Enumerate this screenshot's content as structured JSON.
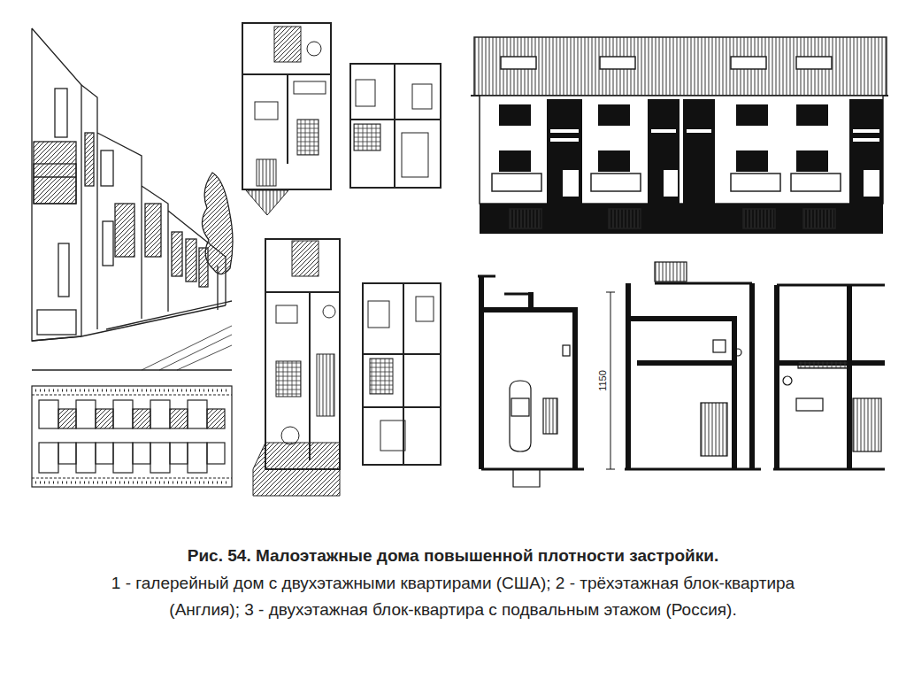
{
  "diagram": {
    "title": "Рис. 54. Малоэтажные дома повышенной плотности застройки.",
    "caption": "1 - галерейный дом с двухэтажными квартирами (США); 2 - трёхэтажная блок-квартира (Англия); 3 - двухэтажная блок-квартира с подвальным этажом (Россия).",
    "labels": [
      "1150"
    ]
  }
}
